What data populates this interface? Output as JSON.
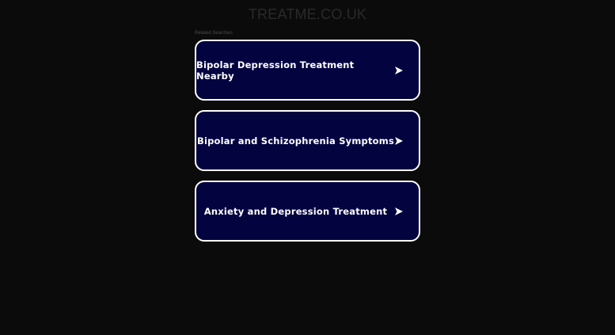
{
  "header": {
    "site_title": "TREATME.CO.UK"
  },
  "related": {
    "label": "Related Searches"
  },
  "results": [
    {
      "label": "Bipolar Depression Treatment Nearby",
      "icon": "arrow-right-icon"
    },
    {
      "label": "Bipolar and Schizophrenia Symptoms",
      "icon": "arrow-right-icon"
    },
    {
      "label": "Anxiety and Depression Treatment",
      "icon": "arrow-right-icon"
    }
  ],
  "colors": {
    "background": "#0b0b0b",
    "card_background": "#030340",
    "card_border": "#ffffff",
    "title_text": "#2a2a2a"
  }
}
